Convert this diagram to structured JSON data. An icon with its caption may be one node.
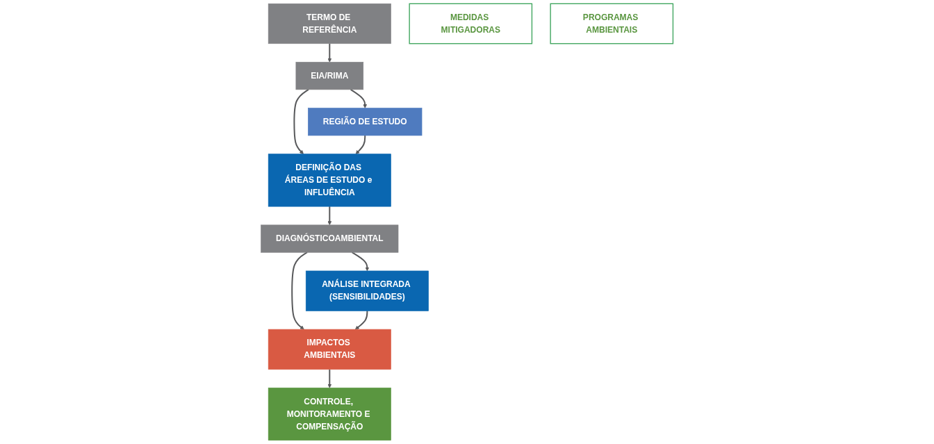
{
  "diagram": {
    "nodes": [
      {
        "text": [
          "TERMO DE REFERÊNCIA"
        ]
      },
      {
        "text": [
          "EIA/RIMA"
        ]
      },
      {
        "text": [
          "REGIÃO DE ESTUDO"
        ]
      },
      {
        "text": [
          "DEFINIÇÃO DAS ÁREAS DE ESTUDO e INFLUÊNCIA"
        ]
      },
      {
        "text": [
          "ANÁLISE INTEGRADA (SENSIBILIDADES)"
        ]
      },
      {
        "text": [
          "DIAGNÓSTICOAMBIENTAL"
        ]
      },
      {
        "text": [
          "IMPACTOS AMBIENTAIS"
        ]
      },
      {
        "text": [
          "MEDIDAS MITIGADORAS"
        ]
      },
      {
        "text": [
          "CONTROLE, MONITORAMENTO E COMPENSAÇÃO"
        ]
      },
      {
        "text": [
          "PROGRAMAS AMBIENTAIS"
        ]
      }
    ],
    "edges": [
      {
        "from": 0,
        "to": 1,
        "arrow": "to"
      },
      {
        "from": 1,
        "to": 2,
        "arrow": "to"
      },
      {
        "from": 1,
        "to": 3,
        "arrow": "to"
      },
      {
        "from": 2,
        "to": 3,
        "arrow": "to"
      },
      {
        "from": 3,
        "to": 5,
        "arrow": "to"
      },
      {
        "from": 5,
        "to": 4,
        "arrow": "to"
      },
      {
        "from": 5,
        "to": 6,
        "arrow": "to"
      },
      {
        "from": 4,
        "to": 6,
        "arrow": "to"
      },
      {
        "from": 6,
        "to": 8,
        "arrow": "to"
      }
    ]
  }
}
